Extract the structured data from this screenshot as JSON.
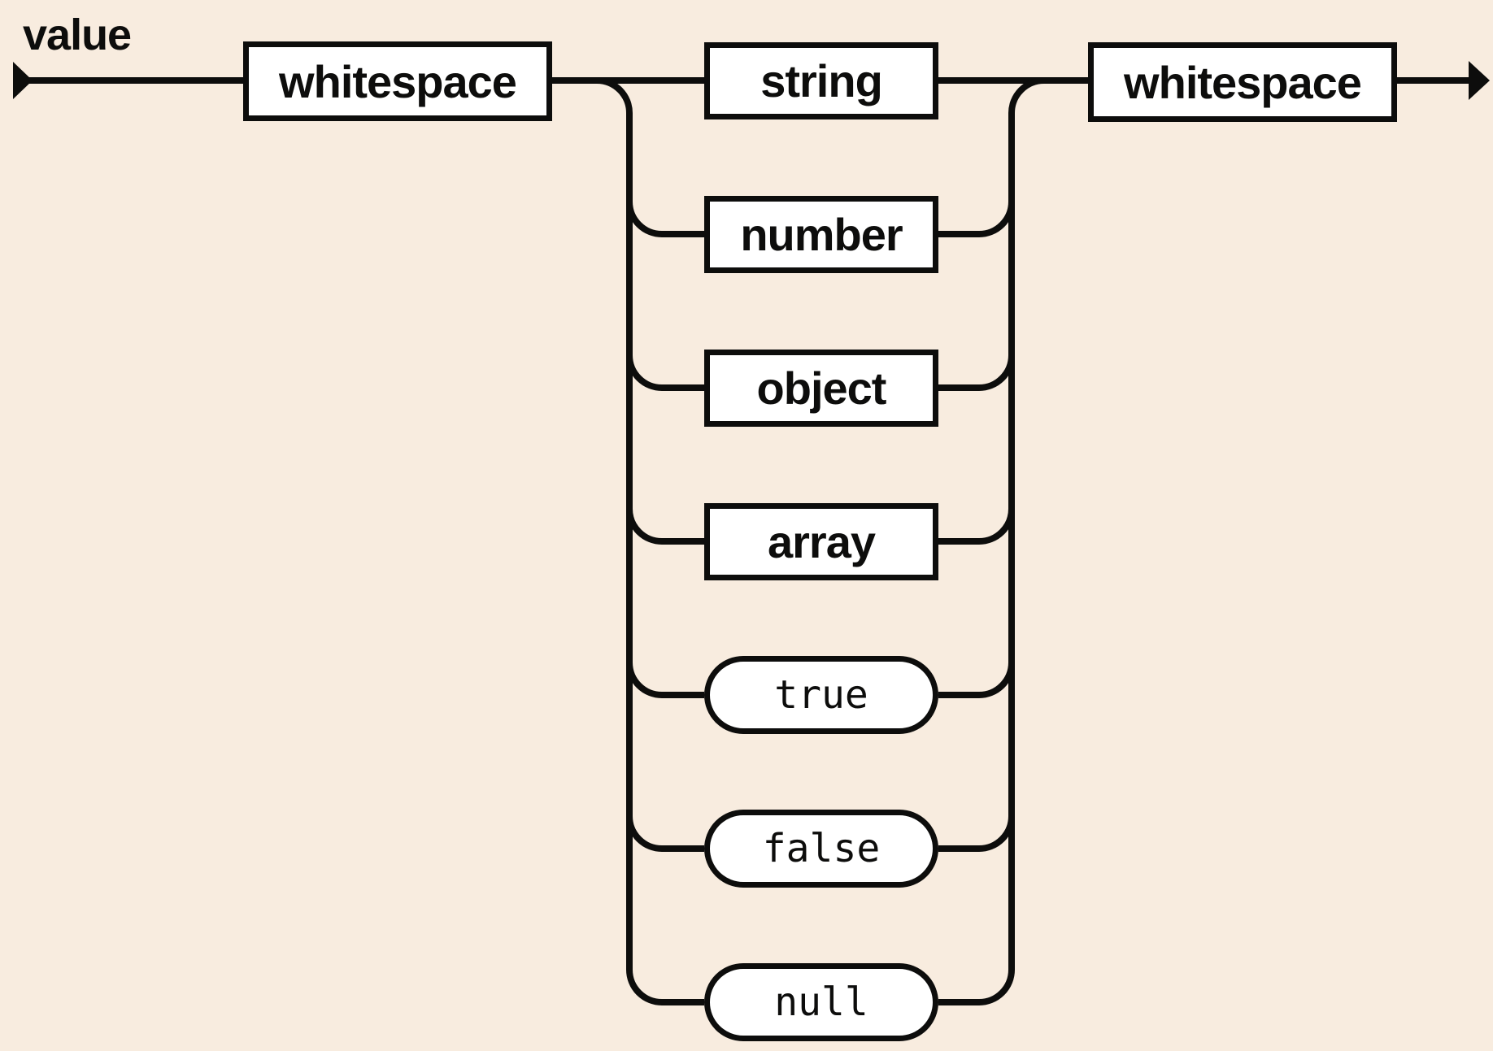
{
  "rule": {
    "name": "value",
    "pre": {
      "label": "whitespace",
      "kind": "nonterminal"
    },
    "choices": [
      {
        "label": "string",
        "kind": "nonterminal"
      },
      {
        "label": "number",
        "kind": "nonterminal"
      },
      {
        "label": "object",
        "kind": "nonterminal"
      },
      {
        "label": "array",
        "kind": "nonterminal"
      },
      {
        "label": "true",
        "kind": "terminal"
      },
      {
        "label": "false",
        "kind": "terminal"
      },
      {
        "label": "null",
        "kind": "terminal"
      }
    ],
    "post": {
      "label": "whitespace",
      "kind": "nonterminal"
    }
  },
  "icons": {
    "start": "right-arrowhead",
    "end": "right-arrowhead"
  },
  "colors": {
    "background": "#f8ecdf",
    "line": "#0d0d0c",
    "node_fill": "#ffffff"
  }
}
